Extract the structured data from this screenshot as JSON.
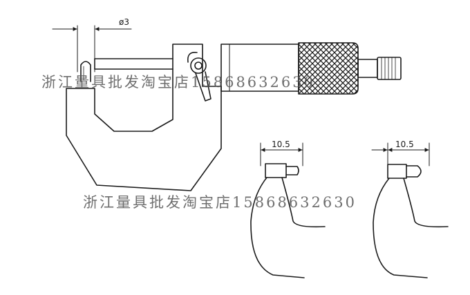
{
  "diagram": {
    "dimension_diameter": "ø3",
    "dimension_left_detail": "10.5",
    "dimension_right_detail": "10.5"
  },
  "watermarks": {
    "upper": "浙江量具批发淘宝店15868632630",
    "lower": "浙江量具批发淘宝店15868632630"
  },
  "colors": {
    "line": "#1a1a1a",
    "watermark": "#555555",
    "background": "#ffffff"
  }
}
